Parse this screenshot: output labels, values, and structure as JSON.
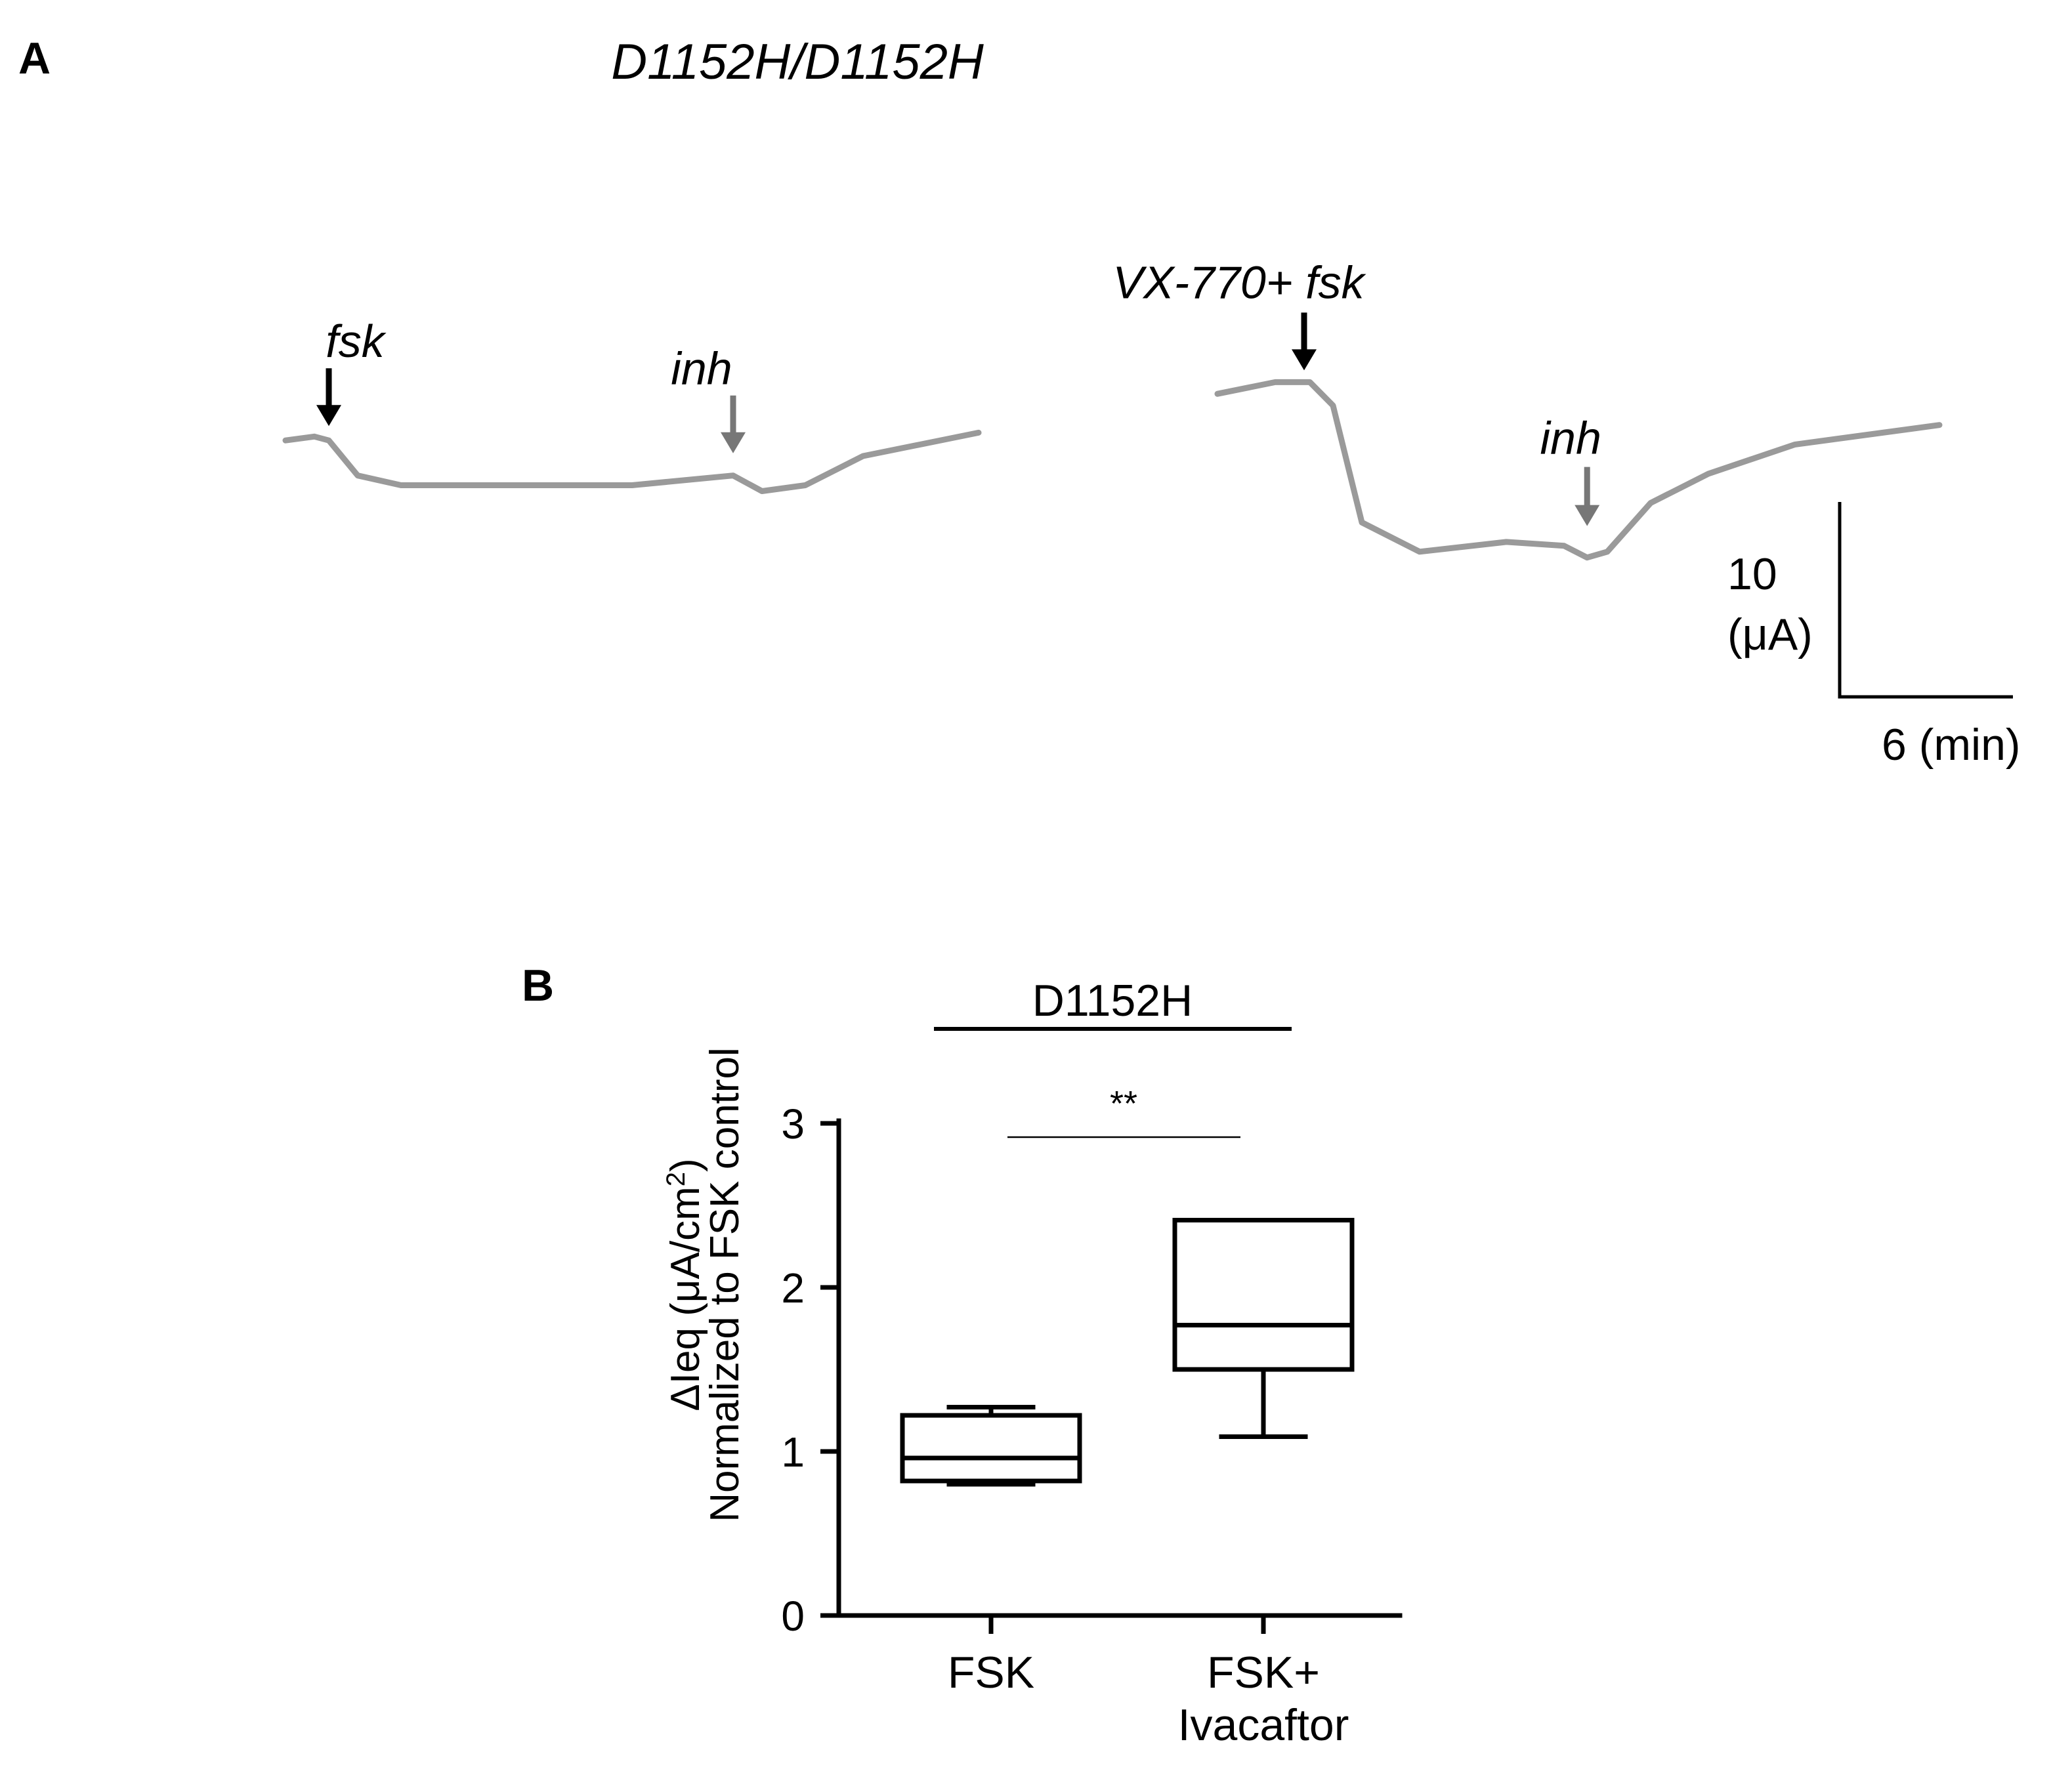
{
  "panel_a": {
    "letter": "A",
    "title": "D1152H/D1152H",
    "trace1": {
      "label_fsk": "fsk",
      "label_inh": "inh",
      "x": [
        0,
        1,
        1.5,
        2.5,
        4,
        8,
        12,
        15.5,
        16.5,
        18,
        20,
        24
      ],
      "y": [
        0.8,
        1.0,
        0.8,
        -1.0,
        -1.5,
        -1.5,
        -1.5,
        -1.0,
        -1.8,
        -1.5,
        0.0,
        1.2
      ],
      "fsk_at": 1.5,
      "inh_at": 15.5
    },
    "trace2": {
      "label_fsk": "VX-770+ fsk",
      "label_inh": "inh",
      "x": [
        0,
        2,
        3.2,
        4,
        5,
        7,
        10,
        12,
        12.8,
        13.5,
        15,
        17,
        20,
        25
      ],
      "y": [
        0.6,
        1.2,
        1.2,
        0.0,
        -6.0,
        -7.5,
        -7.0,
        -7.2,
        -7.8,
        -7.5,
        -5.0,
        -3.5,
        -2.0,
        -1.0
      ],
      "fsk_at": 3.0,
      "inh_at": 12.8
    },
    "scale_bar": {
      "y_value": "10",
      "y_unit": "(μA)",
      "x_label": "6 (min)",
      "y_amount": 10,
      "x_amount": 6
    },
    "colors": {
      "fsk_arrow": "#000000",
      "inh_arrow": "#777777",
      "trace": "#9a9a9a"
    }
  },
  "chart_data": {
    "type": "box",
    "letter": "B",
    "group_label": "D1152H",
    "significance": "**",
    "ylabel_line1": "ΔIeq (μA/cm",
    "ylabel_sup": "2",
    "ylabel_close": ")",
    "ylabel_line2": "Normalized to FSK control",
    "ylim": [
      0,
      3
    ],
    "yticks": [
      "0",
      "1",
      "2",
      "3"
    ],
    "categories": [
      {
        "line1": "FSK",
        "line2": ""
      },
      {
        "line1": "FSK+",
        "line2": "Ivacaftor"
      }
    ],
    "boxes": [
      {
        "min": 0.8,
        "q1": 0.82,
        "median": 0.96,
        "q3": 1.22,
        "max": 1.27
      },
      {
        "min": 1.09,
        "q1": 1.5,
        "median": 1.77,
        "q3": 2.41,
        "max": 2.41
      }
    ]
  }
}
